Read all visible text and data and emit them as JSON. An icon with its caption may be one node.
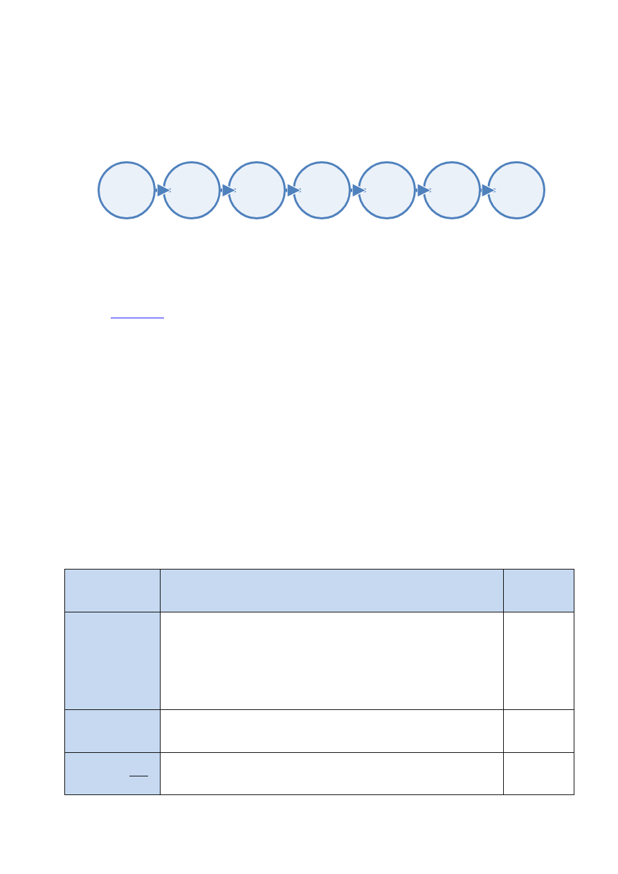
{
  "diagram": {
    "nodes": [
      {
        "text": [],
        "shape": "circle"
      },
      {
        "text": [],
        "shape": "circle"
      },
      {
        "text": [],
        "shape": "circle"
      },
      {
        "text": [],
        "shape": "circle"
      },
      {
        "text": [],
        "shape": "circle"
      },
      {
        "text": [],
        "shape": "circle"
      },
      {
        "text": [],
        "shape": "circle"
      }
    ],
    "edges": [
      {
        "from": 0,
        "to": 1,
        "arrow": "to"
      },
      {
        "from": 1,
        "to": 2,
        "arrow": "to"
      },
      {
        "from": 2,
        "to": 3,
        "arrow": "to"
      },
      {
        "from": 3,
        "to": 4,
        "arrow": "to"
      },
      {
        "from": 4,
        "to": 5,
        "arrow": "to"
      },
      {
        "from": 5,
        "to": 6,
        "arrow": "to"
      }
    ]
  }
}
